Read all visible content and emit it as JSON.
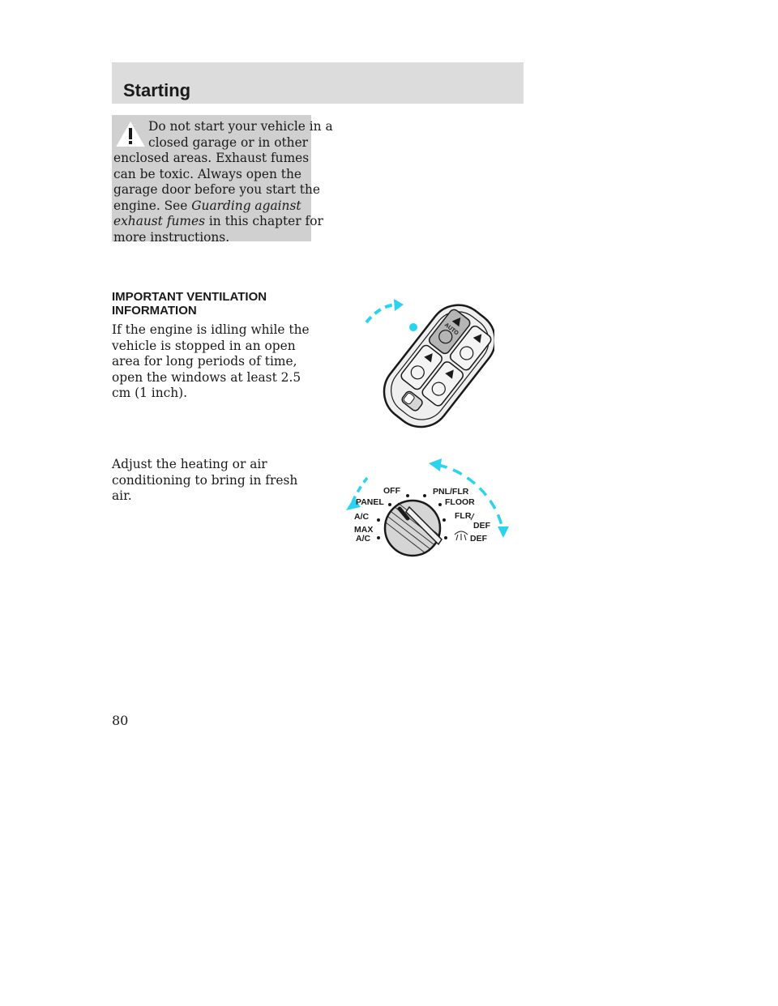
{
  "header": {
    "title": "Starting"
  },
  "warning": {
    "icon": "warning-triangle-icon",
    "lines": [
      "Do not start your vehicle in a",
      "closed garage or in other",
      "enclosed areas. Exhaust fumes",
      "can be toxic. Always open the",
      "garage door before you start the"
    ],
    "line6_prefix": "engine. See ",
    "line6_italic": "Guarding against",
    "line7_italic": "exhaust fumes",
    "line7_suffix": " in this chapter for",
    "line8": "more instructions."
  },
  "ventilation": {
    "heading_line1": "IMPORTANT VENTILATION",
    "heading_line2": "INFORMATION",
    "paragraph1": "If the engine is idling while the vehicle is stopped in an open area for long periods of time, open the windows at least 2.5 cm (1 inch).",
    "paragraph2": "Adjust the heating or air conditioning to bring in fresh air."
  },
  "window_switch_figure": {
    "auto_label": "AUTO",
    "accent_color": "#2ad4f0"
  },
  "climate_dial_figure": {
    "labels": {
      "off": "OFF",
      "panel": "PANEL",
      "ac": "A/C",
      "max": "MAX",
      "max_ac": "A/C",
      "pnl_flr": "PNL/FLR",
      "floor": "FLOOR",
      "flr": "FLR",
      "def_slash": "DEF",
      "def": "DEF"
    },
    "accent_color": "#2ad4f0"
  },
  "page_number": "80"
}
